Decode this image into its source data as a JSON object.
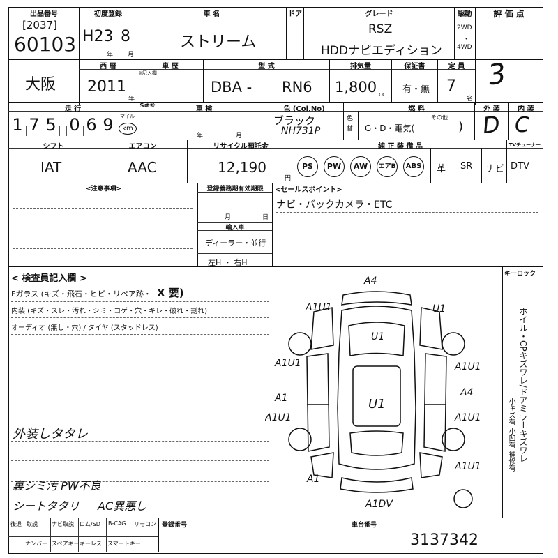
{
  "header": {
    "lot_no_label": "出品番号",
    "first_reg_label": "初度登録",
    "car_name_label": "車 名",
    "door_label": "ドア",
    "grade_label": "グレード",
    "drive_label": "駆動",
    "score_label": "評 価 点",
    "lot_code": "[2037]",
    "lot_number": "60103",
    "first_reg_era": "H23",
    "first_reg_month": "8",
    "year_unit": "年",
    "month_unit": "月",
    "car_name": "ストリーム",
    "grade_line1": "RSZ",
    "grade_line2": "HDDナビエディション",
    "drive_2wd": "2WD",
    "drive_4wd": "4WD",
    "score": "3"
  },
  "row2": {
    "region_value": "大阪",
    "year_label": "西 暦",
    "year_value": "2011",
    "year_unit": "年",
    "history_label": "車 歴",
    "history_sub": "※記入欄",
    "model_label": "型 式",
    "model_prefix": "DBA -",
    "model_code": "RN6",
    "displacement_label": "排気量",
    "displacement_value": "1,800",
    "cc_unit": "cc",
    "warranty_label": "保証書",
    "warranty_value": "有・無",
    "capacity_label": "定 員",
    "capacity_value": "7",
    "capacity_unit": "名"
  },
  "row3": {
    "mileage_label": "走 行",
    "mileage_digits": [
      "1",
      "7",
      "5",
      "0",
      "6",
      "9"
    ],
    "mileage_unit_top": "マイル",
    "mileage_unit_km": "km",
    "tampered_label": "$#※",
    "inspection_label": "車 検",
    "inspection_year_unit": "年",
    "inspection_month_unit": "月",
    "color_label": "色 (Col.No)",
    "color_value": "ブラック",
    "color_code": "NH731P",
    "color_change_label": "色替",
    "fuel_label": "燃 料",
    "fuel_value": "G・D・電気(",
    "fuel_other": "その他",
    "fuel_close": ")",
    "exterior_label": "外 装",
    "interior_label": "内 装",
    "exterior_value": "D",
    "interior_value": "C"
  },
  "row4": {
    "shift_label": "シフト",
    "aircon_label": "エアコン",
    "recycle_label": "リサイクル預託金",
    "equipment_label": "純 正 装 備 品",
    "tuner_label": "TVチューナー",
    "shift_value": "IAT",
    "aircon_value": "AAC",
    "recycle_value": "12,190",
    "yen_unit": "円",
    "circles": [
      "PS",
      "PW",
      "AW",
      "エアB",
      "ABS"
    ],
    "boxes": [
      "革",
      "SR",
      "ナビ",
      "DTV"
    ]
  },
  "notes": {
    "caution_label": "<注意事項>",
    "expiry_label": "登録義務期有効期限",
    "month_unit": "月",
    "day_unit": "日",
    "import_label": "輸入車",
    "import_value": "ディーラー・並行",
    "steering_value": "左H ・ 右H",
    "sales_label": "<セールスポイント>",
    "sales_value": "ナビ・バックカメラ・ETC"
  },
  "inspector": {
    "title": "< 検査員記入欄 >",
    "line1": "Fガラス (キズ・飛石・ヒビ・リペア跡・",
    "line1_tail": "X 要)",
    "line2": "内装 (キズ・スレ・汚れ・シミ・コゲ・穴・キレ・破れ・割れ)",
    "line3": "オーディオ (無し・穴) / タイヤ (スタッドレス)",
    "hand1": "外装しタタレ",
    "hand2": "裏シミ汚 PW不良",
    "hand3": "シートタタリ",
    "hand4": "AC異悪し",
    "keylock_label": "キーロック",
    "side_text1": "ホイル・CPキズワレ/ドアミラーキズワレ",
    "side_text2": "小キズ有 小凹有 補修有"
  },
  "diagram": {
    "marks": [
      "A4",
      "A1U1",
      "U1",
      "A1U1",
      "A1U1",
      "U1",
      "A4",
      "A1",
      "A1U1",
      "A1U1",
      "A1",
      "A1U1",
      "A1DV"
    ]
  },
  "footer": {
    "cols": [
      "後退",
      "取説",
      "ナビ取説",
      "ロム/SD",
      "B-CAG",
      "リモコン"
    ],
    "cols2": [
      "ナンバー",
      "スペアキー",
      "キーレス",
      "スマートキー"
    ],
    "reg_label": "登録番号",
    "chassis_label": "車台番号",
    "chassis_value": "3137342"
  }
}
